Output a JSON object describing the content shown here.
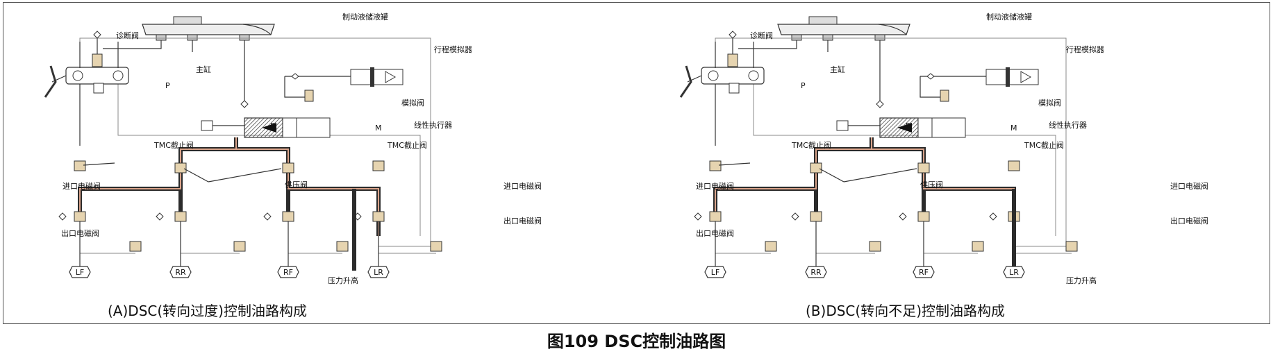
{
  "figure_title": "图109 DSC控制油路图",
  "panels": [
    {
      "caption": "(A)DSC(转向过度)控制油路构成",
      "reservoir": "制动液储液罐",
      "diag_valve": "诊断阀",
      "master_cyl": "主缸",
      "stroke_sim": "行程模拟器",
      "sim_valve": "模拟阀",
      "actuator": "线性执行器",
      "tmc_left": "TMC截止阀",
      "tmc_right": "TMC截止阀",
      "supply_valve": "供压阀",
      "inlet_left": "进口电磁阀",
      "inlet_right": "进口电磁阀",
      "outlet_left": "出口电磁阀",
      "outlet_right": "出口电磁阀",
      "p_label": "P",
      "m_label": "M",
      "wheels": [
        "LF",
        "RR",
        "RF",
        "LR"
      ],
      "pressure_rise": "压力升高"
    },
    {
      "caption": "(B)DSC(转向不足)控制油路构成",
      "reservoir": "制动液储液罐",
      "diag_valve": "诊断阀",
      "master_cyl": "主缸",
      "stroke_sim": "行程模拟器",
      "sim_valve": "模拟阀",
      "actuator": "线性执行器",
      "tmc_left": "TMC截止阀",
      "tmc_right": "TMC截止阀",
      "supply_valve": "供压阀",
      "inlet_left": "进口电磁阀",
      "inlet_right": "进口电磁阀",
      "outlet_left": "出口电磁阀",
      "outlet_right": "出口电磁阀",
      "p_label": "P",
      "m_label": "M",
      "wheels": [
        "LF",
        "RR",
        "RF",
        "LR"
      ],
      "pressure_rise": "压力升高"
    }
  ]
}
